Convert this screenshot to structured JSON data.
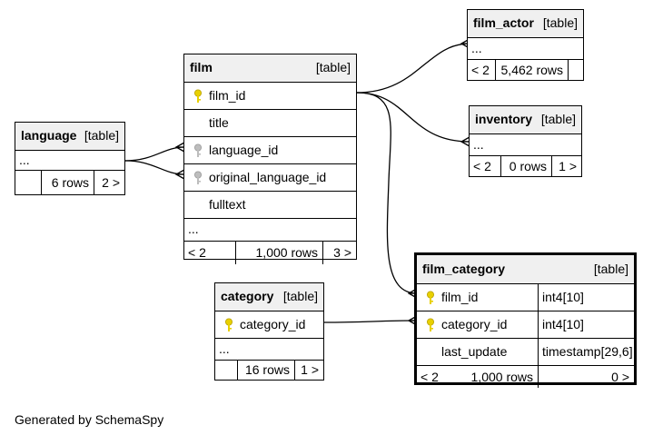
{
  "caption": "Generated by SchemaSpy",
  "key_colors": {
    "primary": "#e8d000",
    "foreign": "#bdbdbd"
  },
  "tables": {
    "film": {
      "name": "film",
      "kind": "[table]",
      "columns": [
        {
          "name": "film_id",
          "key": "primary"
        },
        {
          "name": "title",
          "key": "none"
        },
        {
          "name": "language_id",
          "key": "foreign"
        },
        {
          "name": "original_language_id",
          "key": "foreign"
        },
        {
          "name": "fulltext",
          "key": "none"
        }
      ],
      "more": "...",
      "footer": {
        "parents": "< 2",
        "rows": "1,000 rows",
        "children": "3 >"
      }
    },
    "language": {
      "name": "language",
      "kind": "[table]",
      "more": "...",
      "footer": {
        "parents": "",
        "rows": "6 rows",
        "children": "2 >"
      }
    },
    "film_actor": {
      "name": "film_actor",
      "kind": "[table]",
      "more": "...",
      "footer": {
        "parents": "< 2",
        "rows": "5,462 rows",
        "children": ""
      }
    },
    "inventory": {
      "name": "inventory",
      "kind": "[table]",
      "more": "...",
      "footer": {
        "parents": "< 2",
        "rows": "0 rows",
        "children": "1 >"
      }
    },
    "category": {
      "name": "category",
      "kind": "[table]",
      "columns": [
        {
          "name": "category_id",
          "key": "primary"
        }
      ],
      "more": "...",
      "footer": {
        "parents": "",
        "rows": "16 rows",
        "children": "1 >"
      }
    },
    "film_category": {
      "name": "film_category",
      "kind": "[table]",
      "columns": [
        {
          "name": "film_id",
          "key": "primary",
          "type": "int4[10]"
        },
        {
          "name": "category_id",
          "key": "primary",
          "type": "int4[10]"
        },
        {
          "name": "last_update",
          "key": "none",
          "type": "timestamp[29,6]"
        }
      ],
      "footer": {
        "parents": "< 2",
        "rows": "1,000 rows",
        "children": "0 >"
      }
    }
  },
  "relationships": [
    {
      "from": "film.film_id",
      "to": "film_actor"
    },
    {
      "from": "film.film_id",
      "to": "inventory"
    },
    {
      "from": "film.film_id",
      "to": "film_category.film_id"
    },
    {
      "from": "language",
      "to": "film.language_id"
    },
    {
      "from": "language",
      "to": "film.original_language_id"
    },
    {
      "from": "category.category_id",
      "to": "film_category.category_id"
    }
  ]
}
